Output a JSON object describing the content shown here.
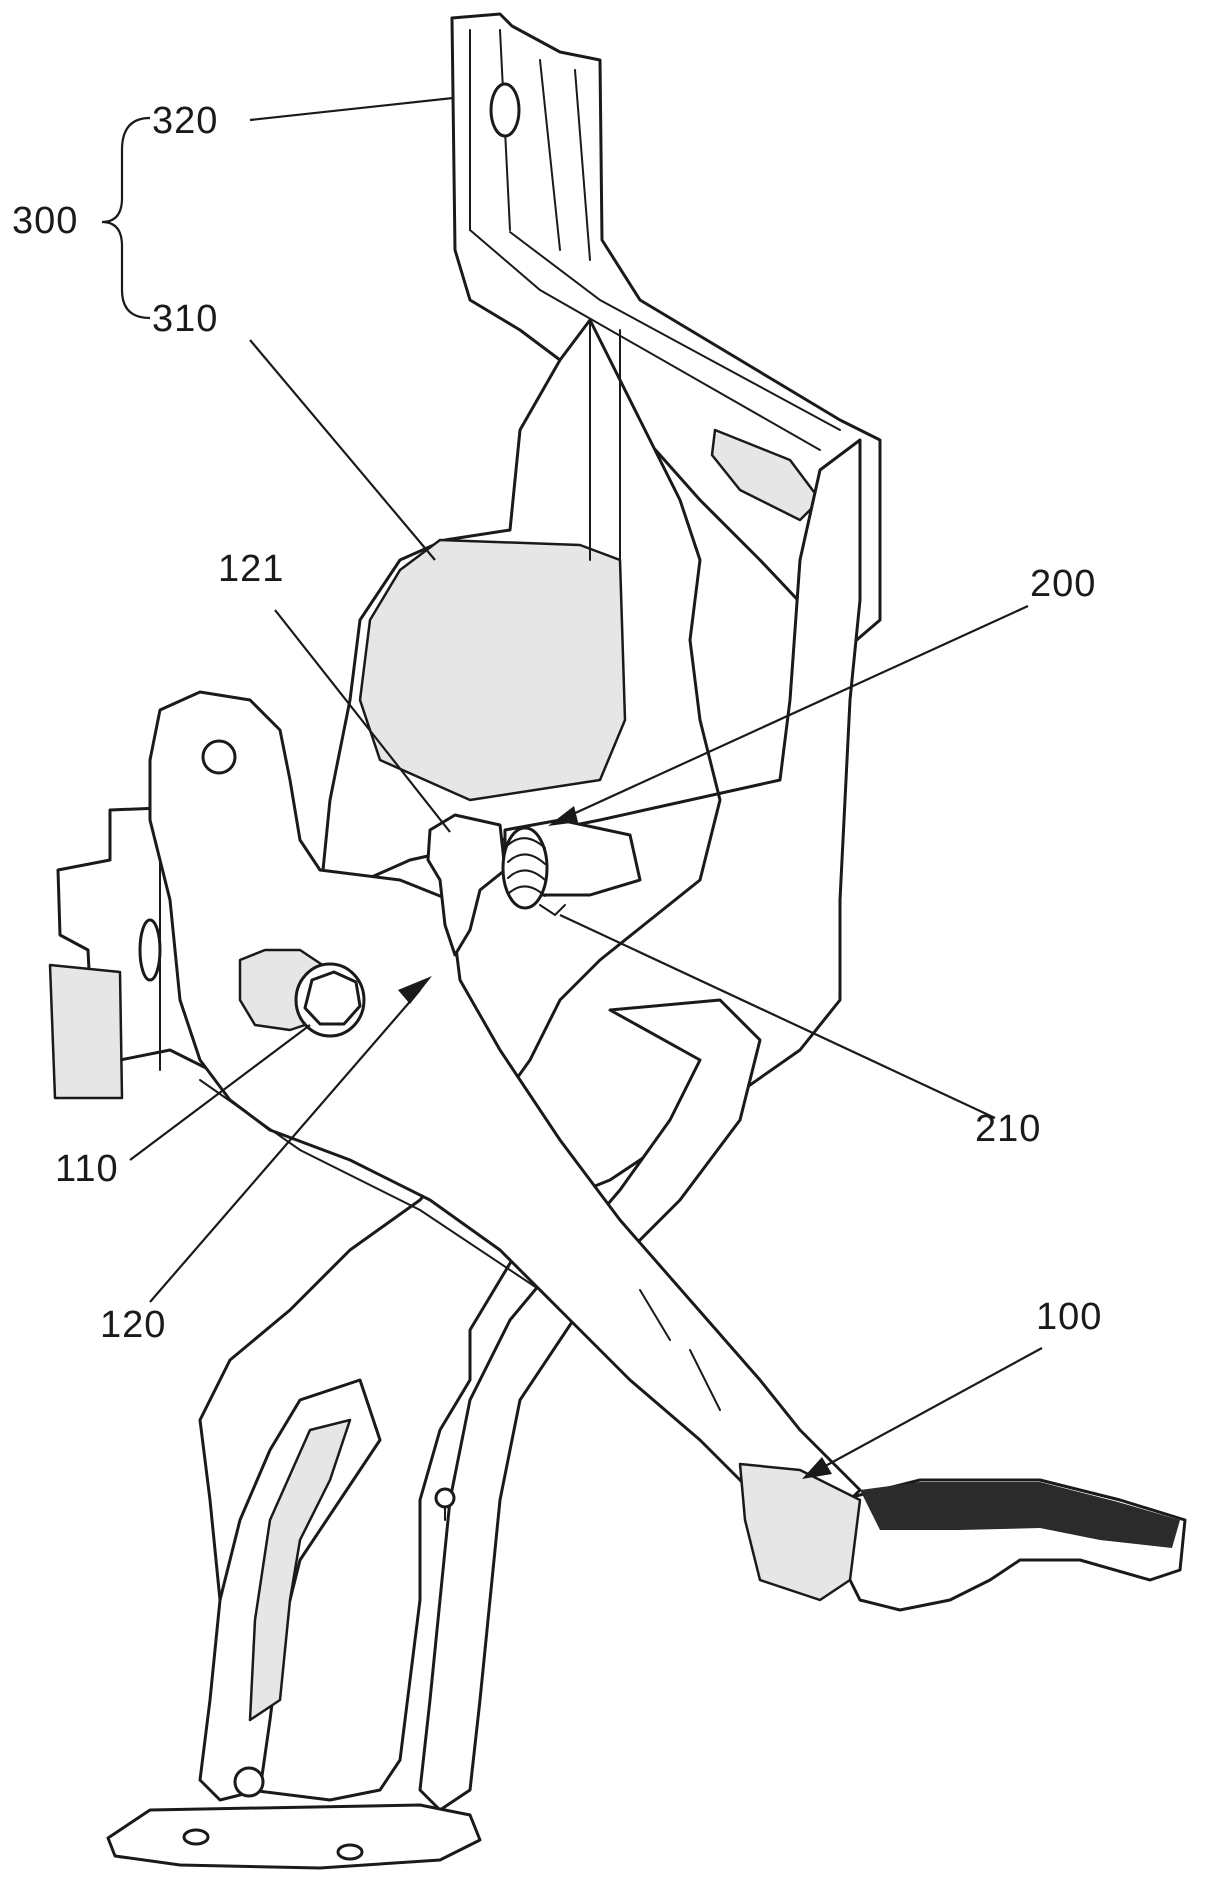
{
  "labels": {
    "l300": "300",
    "l320": "320",
    "l310": "310",
    "l121": "121",
    "l200": "200",
    "l110": "110",
    "l210": "210",
    "l120": "120",
    "l100": "100"
  }
}
